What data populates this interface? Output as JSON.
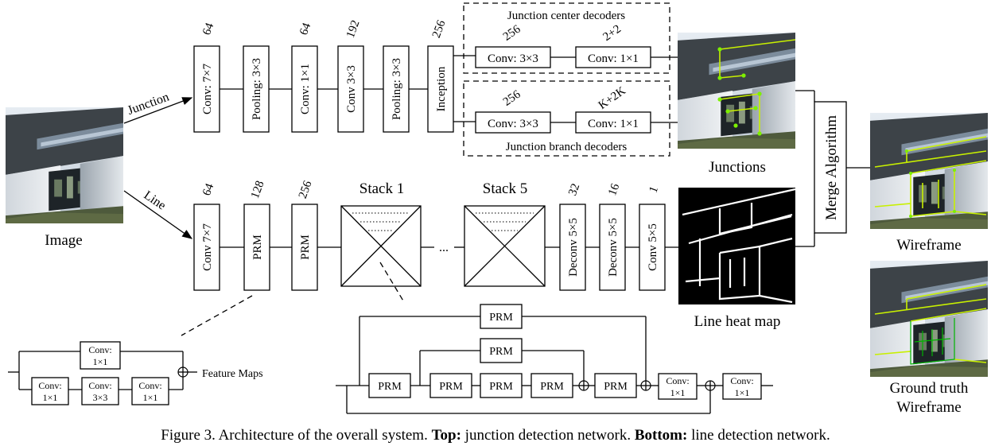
{
  "caption": {
    "prefix": "Figure 3. Architecture of the overall system.",
    "top_bold": "Top:",
    "top_text": "junction detection network.",
    "bottom_bold": "Bottom:",
    "bottom_text": "line detection network."
  },
  "input": {
    "label": "Image"
  },
  "branches": {
    "junction": "Junction",
    "line": "Line"
  },
  "junction_net": {
    "channels": [
      "64",
      "64",
      "192",
      "256"
    ],
    "blocks": [
      "Conv: 7×7",
      "Pooling: 3×3",
      "Conv: 1×1",
      "Conv 3×3",
      "Pooling: 3×3",
      "Inception"
    ],
    "center_decoder": {
      "title": "Junction center decoders",
      "ch1": "256",
      "ch2": "2+2",
      "conv1": "Conv: 3×3",
      "conv2": "Conv: 1×1"
    },
    "branch_decoder": {
      "title": "Junction branch decoders",
      "ch1": "256",
      "ch2": "K+2K",
      "conv1": "Conv: 3×3",
      "conv2": "Conv: 1×1"
    },
    "output_label": "Junctions"
  },
  "line_net": {
    "channels": [
      "64",
      "128",
      "256",
      "32",
      "16",
      "1"
    ],
    "blocks": [
      "Conv 7×7",
      "PRM",
      "PRM",
      "Deconv 5×5",
      "Deconv 5×5",
      "Conv 5×5"
    ],
    "stack_first": "Stack 1",
    "stack_last": "Stack 5",
    "ellipsis": "...",
    "output_label": "Line heat map"
  },
  "merge": {
    "label": "Merge Algorithm"
  },
  "outputs": {
    "wireframe": "Wireframe",
    "gt_line1": "Ground truth",
    "gt_line2": "Wireframe"
  },
  "prm_detail": {
    "top_conv1": "Conv:",
    "top_conv2": "1×1",
    "chain": [
      {
        "l1": "Conv:",
        "l2": "1×1"
      },
      {
        "l1": "Conv:",
        "l2": "3×3"
      },
      {
        "l1": "Conv:",
        "l2": "1×1"
      }
    ],
    "output": "Feature Maps"
  },
  "hourglass_detail": {
    "prm": "PRM",
    "conv1": "Conv:",
    "conv2": "1×1"
  }
}
